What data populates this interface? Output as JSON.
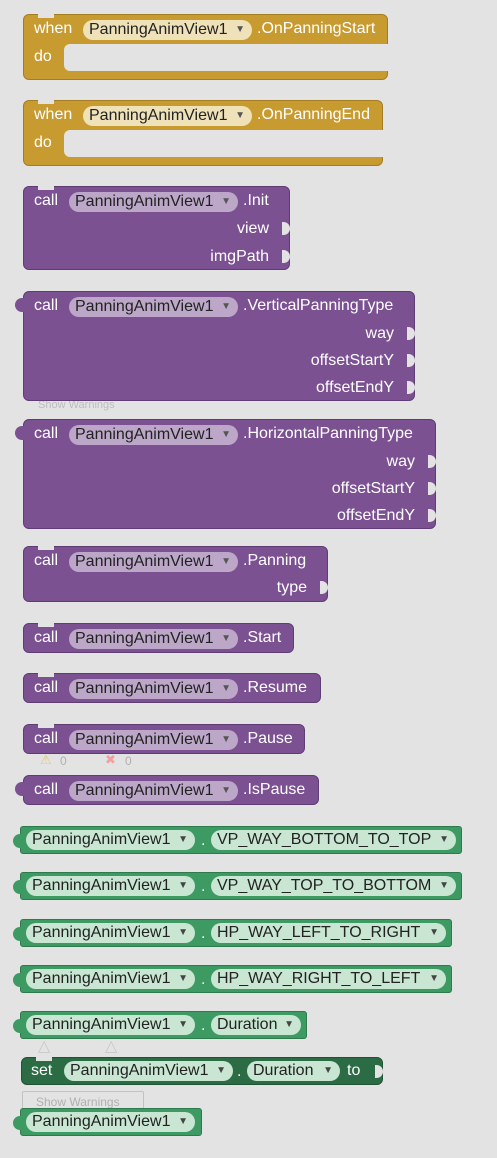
{
  "keywords": {
    "when": "when",
    "do": "do",
    "call": "call",
    "set": "set",
    "to": "to"
  },
  "component": "PanningAnimView1",
  "events": [
    {
      "name": ".OnPanningStart"
    },
    {
      "name": ".OnPanningEnd"
    }
  ],
  "methods": {
    "init": {
      "name": ".Init",
      "params": [
        "view",
        "imgPath"
      ]
    },
    "vertical": {
      "name": ".VerticalPanningType",
      "params": [
        "way",
        "offsetStartY",
        "offsetEndY"
      ]
    },
    "horizontal": {
      "name": ".HorizontalPanningType",
      "params": [
        "way",
        "offsetStartY",
        "offsetEndY"
      ]
    },
    "panning": {
      "name": ".Panning",
      "params": [
        "type"
      ]
    },
    "start": {
      "name": ".Start"
    },
    "resume": {
      "name": ".Resume"
    },
    "pause": {
      "name": ".Pause"
    },
    "ispause": {
      "name": ".IsPause"
    }
  },
  "constants": [
    "VP_WAY_BOTTOM_TO_TOP",
    "VP_WAY_TOP_TO_BOTTOM",
    "HP_WAY_LEFT_TO_RIGHT",
    "HP_WAY_RIGHT_TO_LEFT"
  ],
  "property": "Duration",
  "dot": ".",
  "warnings": {
    "count_warn": "0",
    "count_err": "0",
    "label_top": "Show Warnings",
    "label_bottom": "Show Warnings"
  },
  "colors": {
    "event": "#c89b31",
    "procedure": "#7c5192",
    "component": "#3d9a63",
    "setter": "#2b6c44",
    "workspace": "#e3e3e3"
  },
  "icons": {
    "dropdown": "triangle-down-icon",
    "warning": "warning-triangle-icon",
    "error": "error-x-icon"
  }
}
